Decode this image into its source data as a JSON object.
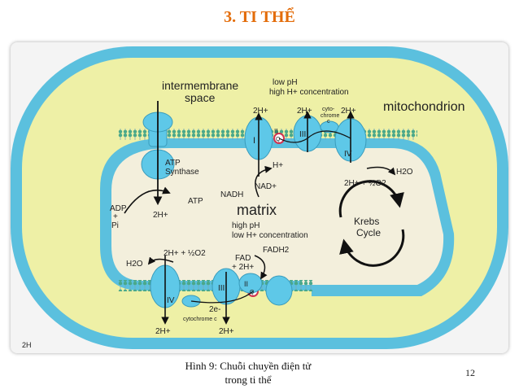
{
  "slide": {
    "title": "3. TI THỂ",
    "title_color": "#e36c09",
    "caption_line1": "Hình 9: Chuỗi chuyền điện tử",
    "caption_line2": "trong ti thể",
    "page_number": "12"
  },
  "diagram": {
    "labels": {
      "intermembrane_1": "intermembrane",
      "intermembrane_2": "space",
      "low_ph": "low pH",
      "high_h_conc": "high H+ concentration",
      "mitochondrion": "mitochondrion",
      "matrix": "matrix",
      "high_ph": "high pH",
      "low_h_conc": "low H+ concentration",
      "atp_synthase_1": "ATP",
      "atp_synthase_2": "Synthase",
      "adp": "ADP",
      "plus": "+",
      "pi": "Pi",
      "atp": "ATP",
      "two_h_atp": "2H+",
      "nadh": "NADH",
      "nad": "NAD+",
      "h_plus": "H+",
      "two_h_1": "2H+",
      "two_h_2": "2H+",
      "two_h_3": "2H+",
      "cytochrome_top_1": "cyto-",
      "cytochrome_top_2": "chrome",
      "cytochrome_top_3": "c",
      "water_reaction_top": "2H+ + ½O2",
      "h2o_top": "H2O",
      "krebs_1": "Krebs",
      "krebs_2": "Cycle",
      "water_reaction_bottom": "2H+ + ½O2",
      "h2o_bottom": "H2O",
      "fad_1": "FAD",
      "fad_2": "+ 2H+",
      "fadh2": "FADH2",
      "two_e": "2e-",
      "cytochrome_bottom": "cytochrome c",
      "two_h_bottom_1": "2H+",
      "two_h_bottom_2": "2H+",
      "complex_i": "I",
      "complex_ii_top": "II",
      "complex_iii_top": "III",
      "complex_iv_top": "IV",
      "complex_iii_bottom": "III",
      "complex_ii_bottom": "II",
      "complex_iv_bottom": "IV",
      "q_top": "Q",
      "q_bottom": "Q",
      "two_h_corner": "2H"
    },
    "colors": {
      "outer_membrane": "#5bc0de",
      "intermembrane_space": "#eef0a6",
      "matrix": "#f3efdc",
      "protein": "#5ec8e8",
      "arrow": "#111111",
      "ubiquinone": "#d2334f"
    }
  }
}
